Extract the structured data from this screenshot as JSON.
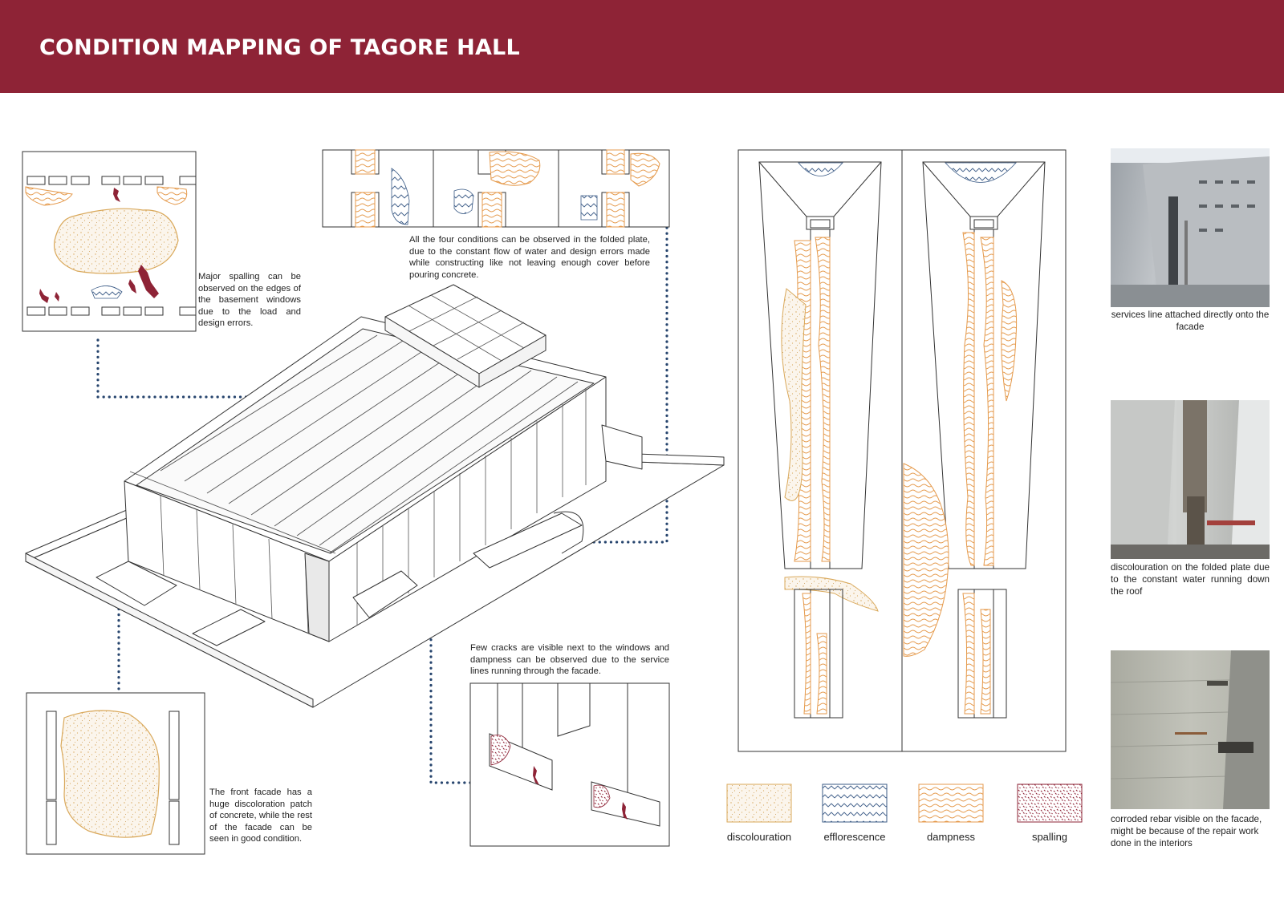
{
  "title": "CONDITION MAPPING OF TAGORE HALL",
  "colors": {
    "brand": "#8e2336",
    "dots": "#27456e",
    "dampness": "#e59a4c",
    "discolouration": "#d9a85a",
    "efflorescence": "#3b5b86",
    "spalling": "#8e2336"
  },
  "notes": {
    "basement": "Major spalling can be observed on the edges of the basement windows due to the load and design errors.",
    "folded_plate": "All the four conditions can be observed in the folded plate, due to the constant flow of water and design errors made while constructing like not leaving enough cover before pouring concrete.",
    "windows": "Few cracks are visible next to the windows and dampness can be observed due to the service lines running through the facade.",
    "front": "The front facade has a huge discoloration patch of concrete, while the rest of the facade can be seen in good condition."
  },
  "photos": [
    {
      "icon": "facade-photo-icon",
      "caption": "services line attached directly onto the facade"
    },
    {
      "icon": "folded-plate-photo-icon",
      "caption": "discolouration on the folded plate due to the constant water running down the roof"
    },
    {
      "icon": "rebar-photo-icon",
      "caption": "corroded rebar visible on the facade, might be because of the repair work done in the interiors"
    }
  ],
  "legend": [
    {
      "key": "discolouration",
      "label": "discolouration"
    },
    {
      "key": "efflorescence",
      "label": "efflorescence"
    },
    {
      "key": "dampness",
      "label": "dampness"
    },
    {
      "key": "spalling",
      "label": "spalling"
    }
  ]
}
